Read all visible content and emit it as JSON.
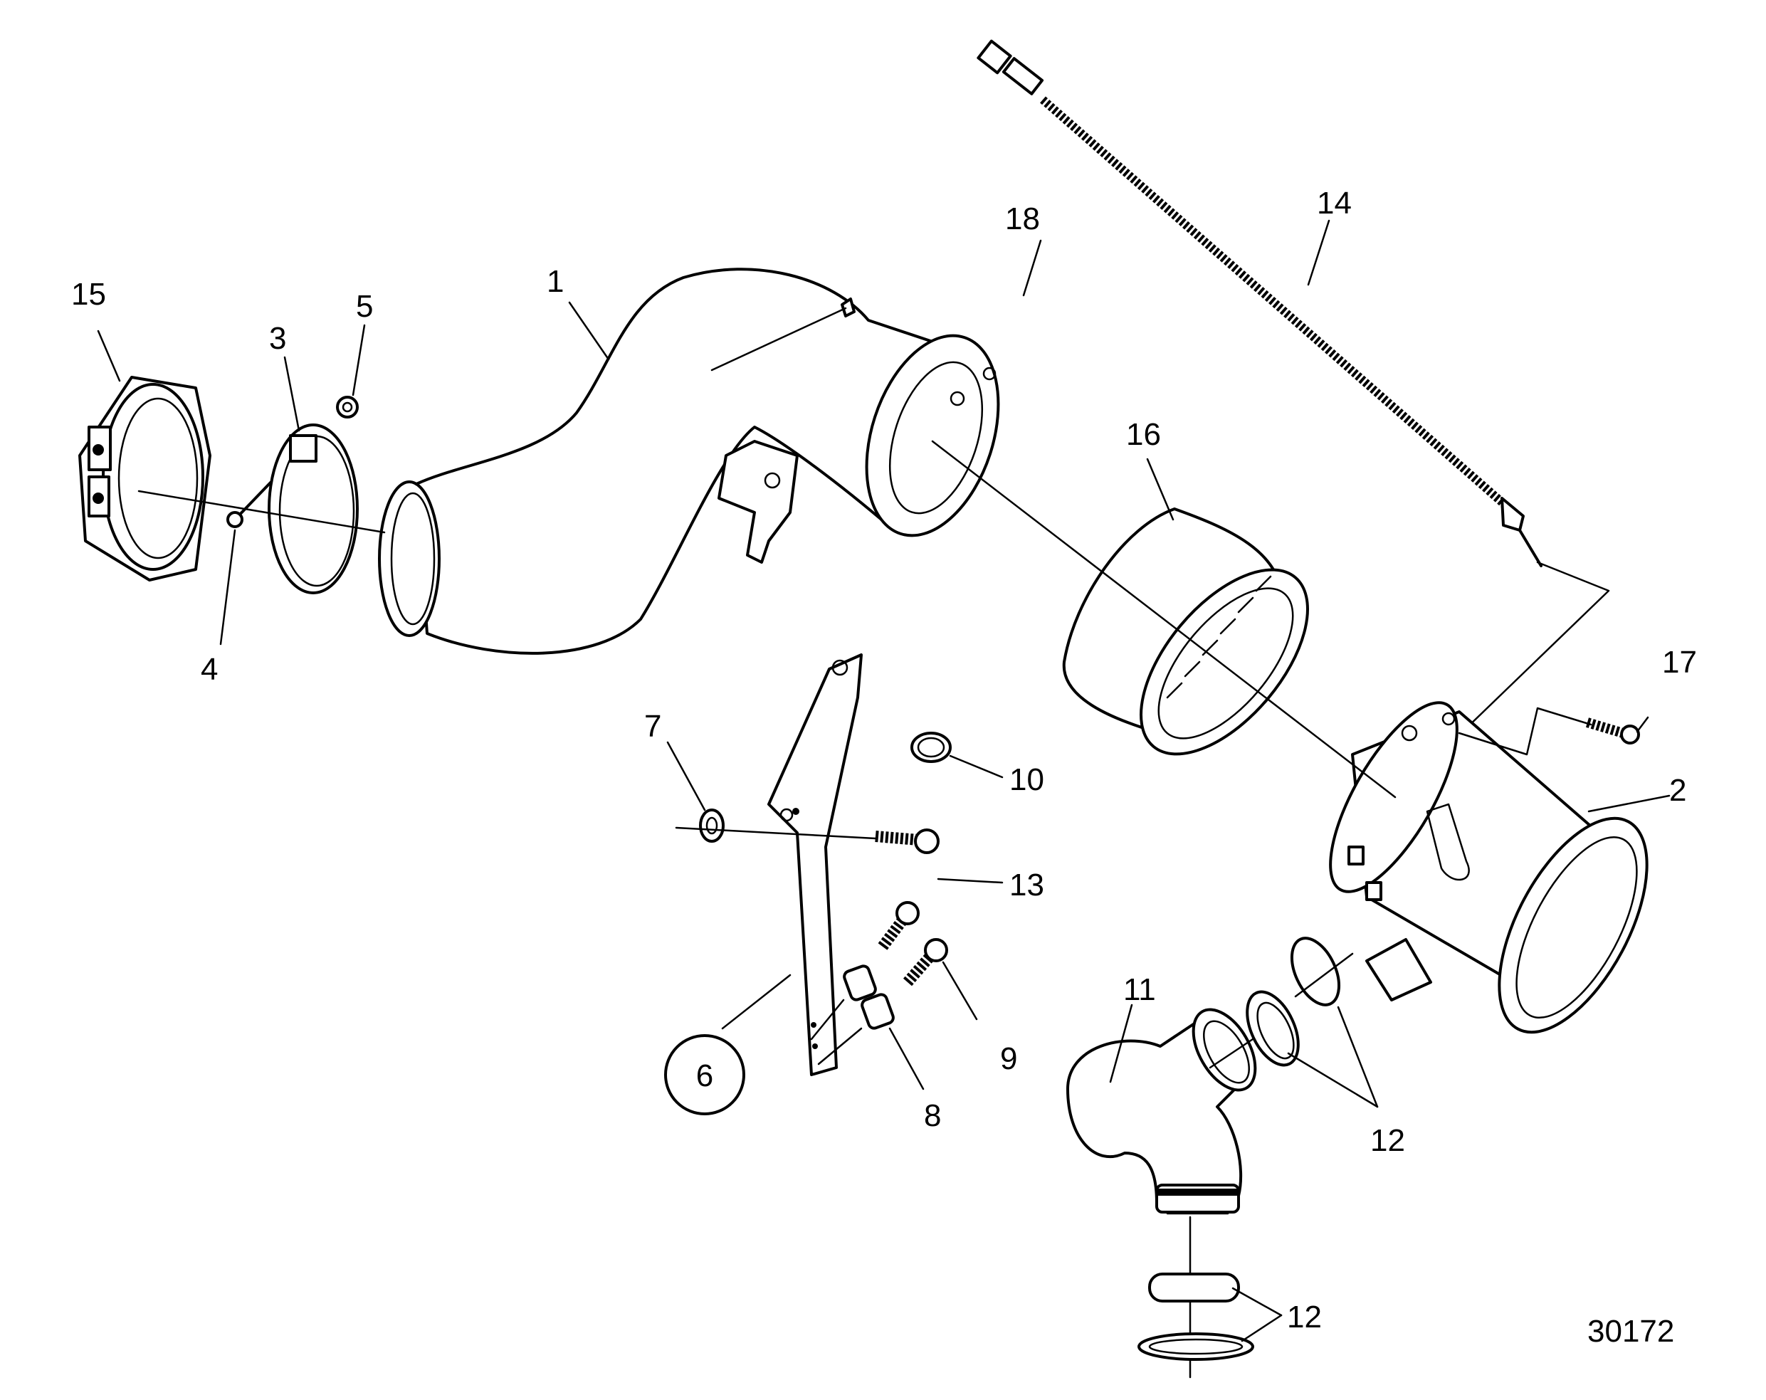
{
  "figure_number": "30172",
  "callouts": {
    "c1": "1",
    "c2": "2",
    "c3": "3",
    "c4": "4",
    "c5": "5",
    "c6": "6",
    "c7": "7",
    "c8": "8",
    "c9": "9",
    "c10": "10",
    "c11": "11",
    "c12a": "12",
    "c12b": "12",
    "c13": "13",
    "c14": "14",
    "c15": "15",
    "c16": "16",
    "c17": "17",
    "c18": "18"
  },
  "colors": {
    "ink": "#000000",
    "paper": "#ffffff"
  }
}
